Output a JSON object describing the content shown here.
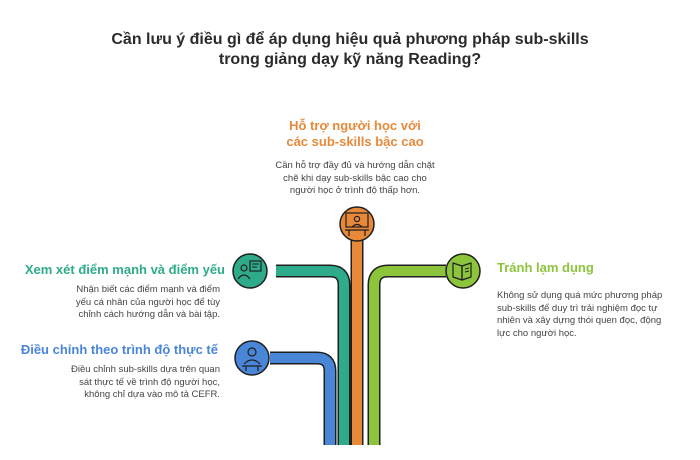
{
  "title": {
    "line1": "Cần lưu ý điều gì để áp dụng hiệu quả phương pháp sub-skills",
    "line2": "trong giảng dạy kỹ năng Reading?"
  },
  "branches": {
    "top": {
      "label_line1": "Hỗ trợ người học với",
      "label_line2": "các sub-skills bậc cao",
      "description": "Cần hỗ trợ đầy đủ và hướng dẫn chặt chẽ khi dạy sub-skills bậc cao cho người học ở trình độ thấp hơn.",
      "color": "#e8893a",
      "icon": "teacher-at-board-icon"
    },
    "left_upper": {
      "label": "Xem xét điểm mạnh và điểm yếu",
      "description": "Nhận biết các điểm mạnh và điểm yếu cá nhân của người học để tùy chỉnh cách hướng dẫn và bài tập.",
      "color": "#2eab8a",
      "icon": "strengths-weaknesses-icon"
    },
    "left_lower": {
      "label": "Điều chỉnh theo trình độ thực tế",
      "description": "Điều chỉnh sub-skills dựa trên quan sát thực tế về trình độ người học, không chỉ dựa vào mô tả CEFR.",
      "color": "#4a86d8",
      "icon": "learner-at-desk-icon"
    },
    "right": {
      "label": "Tránh lạm dụng",
      "description": "Không sử dụng quá mức phương pháp sub-skills để duy trì trải nghiệm đọc tự nhiên và xây dựng thói quen đọc, động lực cho người học.",
      "color": "#8cc43c",
      "icon": "open-book-icon"
    }
  },
  "colors": {
    "top": "#e8893a",
    "left_upper": "#2eab8a",
    "left_lower": "#4a86d8",
    "right": "#8cc43c",
    "stroke_dark": "#1f1f1f"
  }
}
